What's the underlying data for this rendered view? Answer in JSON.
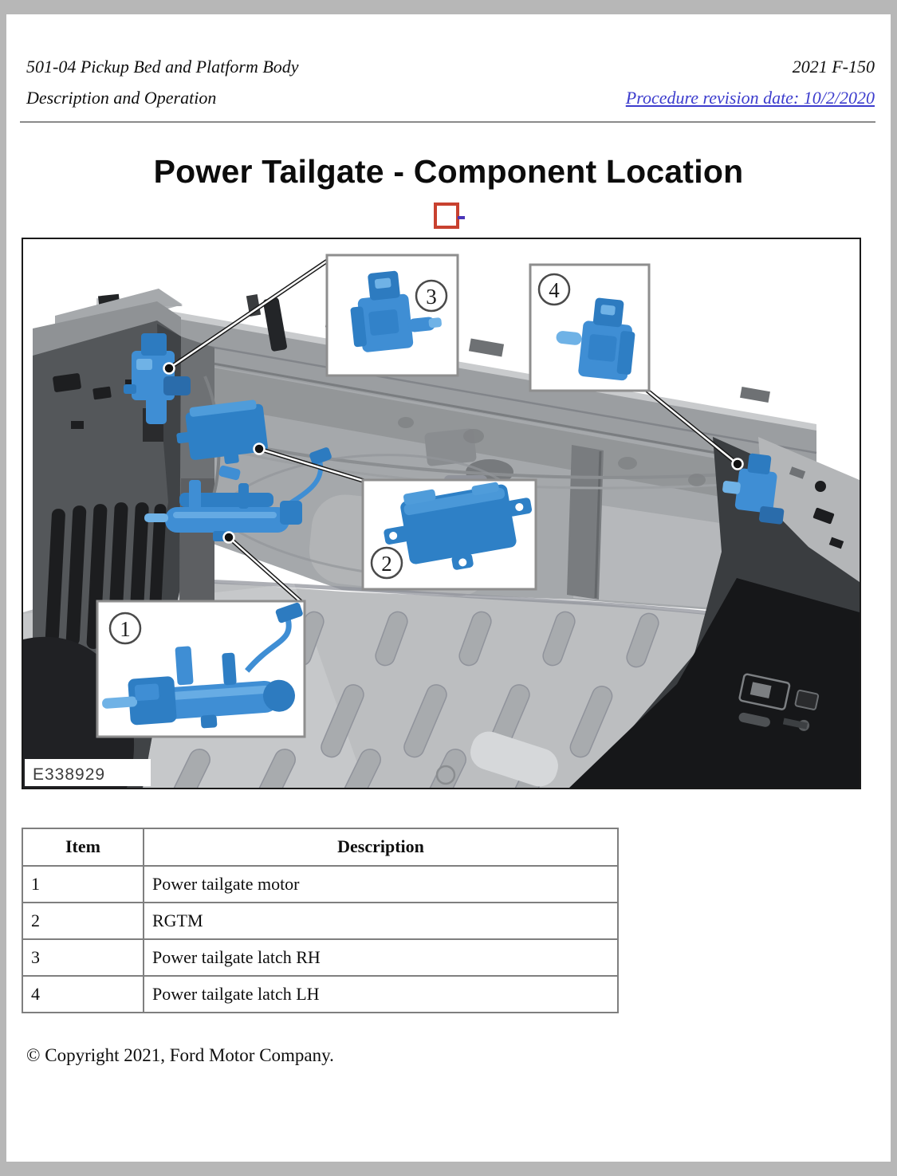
{
  "header": {
    "section": "501-04 Pickup Bed and Platform Body",
    "vehicle": "2021 F-150",
    "doc_type": "Description and Operation",
    "revision_link": "Procedure revision date: 10/2/2020",
    "link_color": "#3c3ccd"
  },
  "title": "Power Tailgate - Component Location",
  "figure": {
    "image_code": "E338929",
    "component_color": "#3f8ed4",
    "callouts": [
      {
        "number": "1"
      },
      {
        "number": "2"
      },
      {
        "number": "3"
      },
      {
        "number": "4"
      }
    ]
  },
  "table": {
    "headers": [
      "Item",
      "Description"
    ],
    "rows": [
      [
        "1",
        "Power tailgate motor"
      ],
      [
        "2",
        "RGTM"
      ],
      [
        "3",
        "Power tailgate latch RH"
      ],
      [
        "4",
        "Power tailgate latch LH"
      ]
    ]
  },
  "copyright": "© Copyright 2021, Ford Motor Company.",
  "placeholder": {
    "border_color": "#c8412f"
  }
}
